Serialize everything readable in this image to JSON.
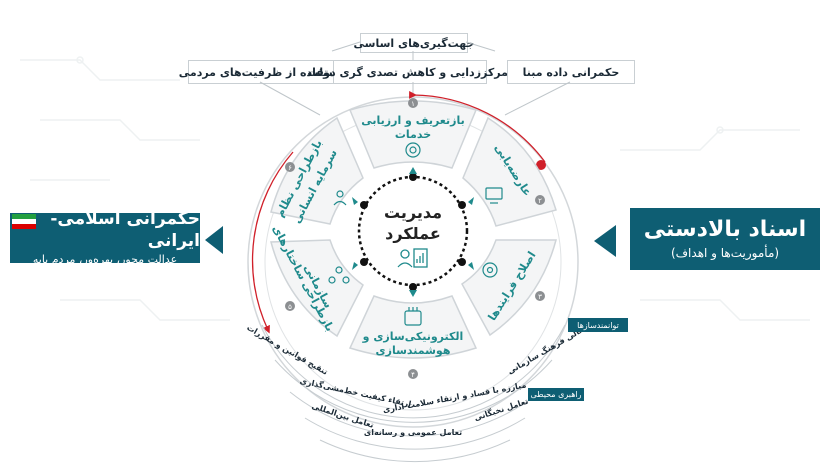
{
  "orientations": {
    "title": "جهت‌گیری‌های اساسی",
    "items": [
      "استفاده از ظرفیت‌های مردمی",
      "تمرکززدایی و کاهش تصدی گری دولت",
      "حکمرانی داده مبنا"
    ]
  },
  "left_banner": {
    "title": "حکمرانی اسلامی- ایرانی",
    "subtitle": "عدالت محور، بهره‌ور، مردم پایه"
  },
  "right_banner": {
    "title": "اسناد بالادستی",
    "subtitle": "(مأموریت‌ها و اهداف)"
  },
  "center": {
    "line1": "مدیریت",
    "line2": "عملکرد"
  },
  "segments": [
    {
      "num": "۱",
      "label1": "بازتعریف و ارزیابی",
      "label2": "خدمات"
    },
    {
      "num": "۲",
      "label1": "عارضه‌یابی",
      "label2": ""
    },
    {
      "num": "۳",
      "label1": "اصلاح فرایندها",
      "label2": ""
    },
    {
      "num": "۴",
      "label1": "الکترونیکی‌سازی و",
      "label2": "هوشمندسازی"
    },
    {
      "num": "۵",
      "label1": "بازطراحی ساختارهای",
      "label2": "سازمانی"
    },
    {
      "num": "۶",
      "label1": "بازطراحی نظام",
      "label2": "سرمایه انسانی"
    }
  ],
  "enablers": {
    "label": "توانمندسازها",
    "items": [
      "تعالی فرهنگ سازمانی",
      "تنقیح قوانین و مقررات"
    ]
  },
  "environmental": {
    "label": "راهبری محیطی",
    "items": [
      "مبارزه با فساد و ارتقاء سلامت اداری",
      "ارتقاء کیفیت خط‌مشی‌گذاری",
      "تعامل نخبگانی",
      "تعامل بین‌المللی",
      "تعامل عمومی و رسانه‌ای"
    ]
  },
  "colors": {
    "banner": "#0e5e73",
    "accent": "#d0202a",
    "center_ring": "#111111",
    "connector": "#1f8a8c"
  }
}
